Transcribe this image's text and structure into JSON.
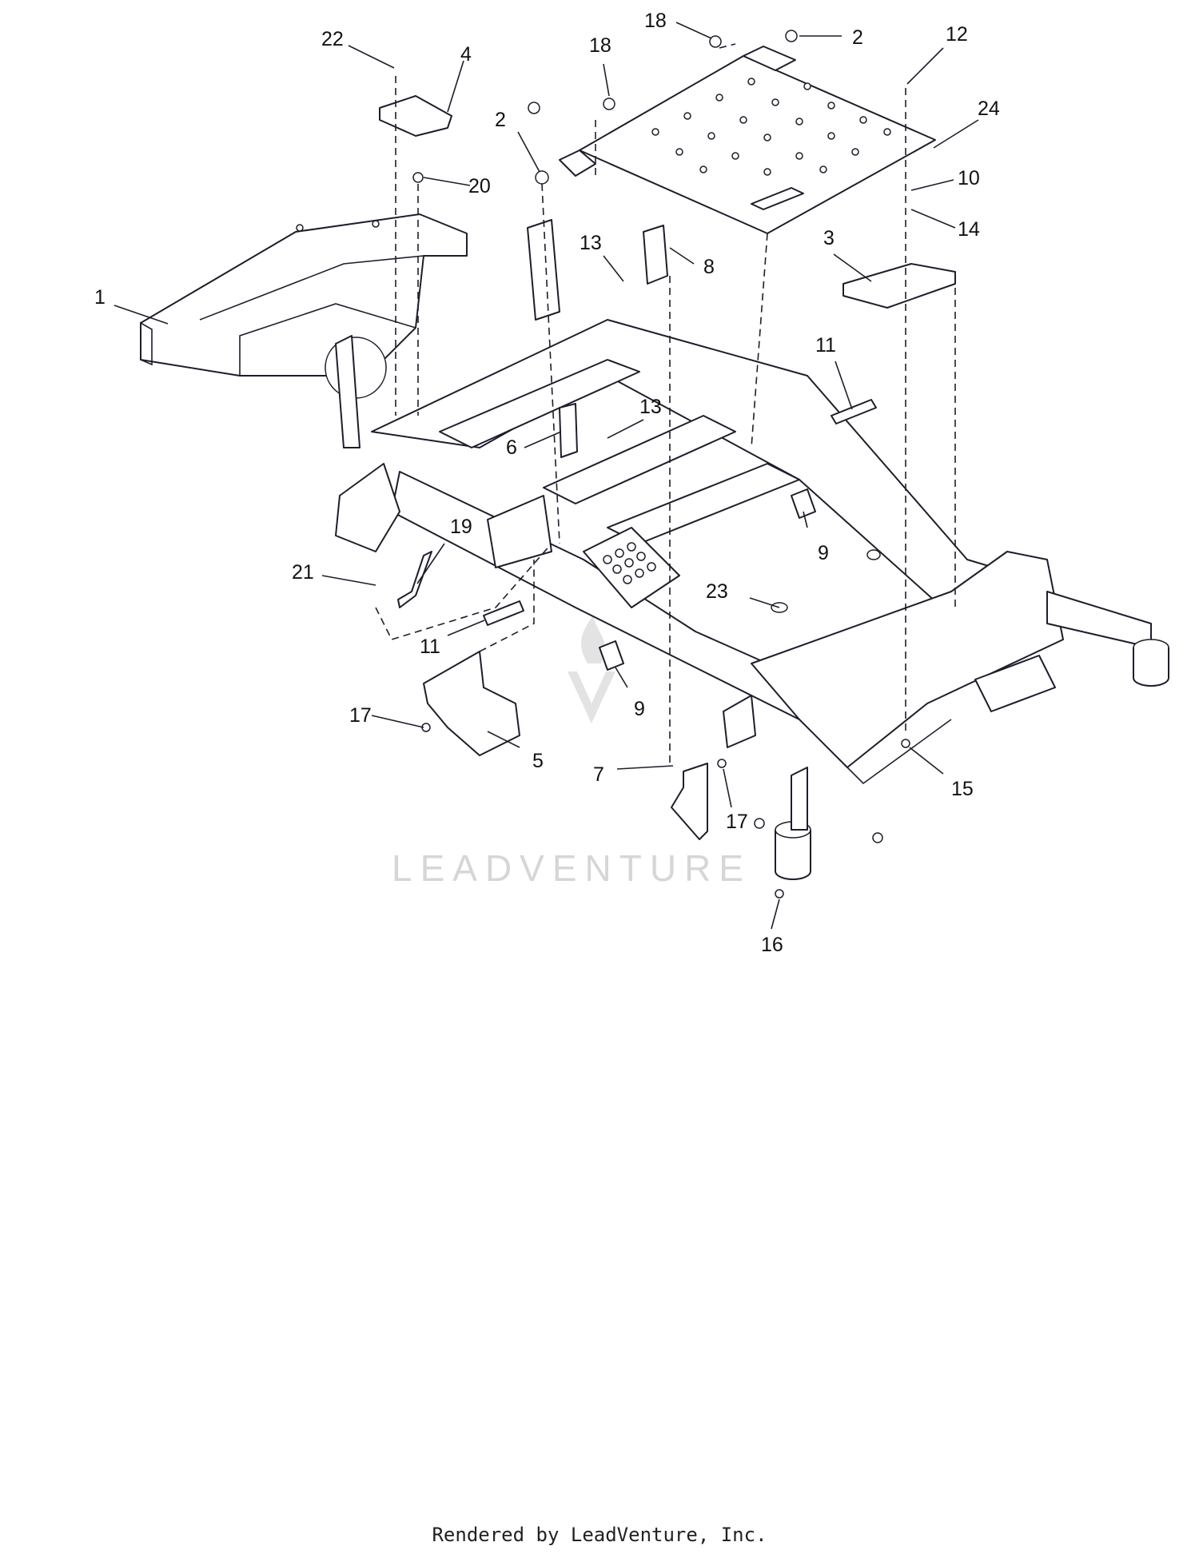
{
  "diagram": {
    "callouts": [
      {
        "label": "22"
      },
      {
        "label": "4"
      },
      {
        "label": "18"
      },
      {
        "label": "18"
      },
      {
        "label": "2"
      },
      {
        "label": "2"
      },
      {
        "label": "12"
      },
      {
        "label": "24"
      },
      {
        "label": "20"
      },
      {
        "label": "10"
      },
      {
        "label": "14"
      },
      {
        "label": "13"
      },
      {
        "label": "8"
      },
      {
        "label": "3"
      },
      {
        "label": "1"
      },
      {
        "label": "11"
      },
      {
        "label": "13"
      },
      {
        "label": "6"
      },
      {
        "label": "9"
      },
      {
        "label": "19"
      },
      {
        "label": "21"
      },
      {
        "label": "23"
      },
      {
        "label": "11"
      },
      {
        "label": "9"
      },
      {
        "label": "17"
      },
      {
        "label": "5"
      },
      {
        "label": "7"
      },
      {
        "label": "17"
      },
      {
        "label": "15"
      },
      {
        "label": "16"
      }
    ],
    "watermark": "LEADVENTURE"
  },
  "footer": {
    "credit": "Rendered by LeadVenture, Inc."
  }
}
